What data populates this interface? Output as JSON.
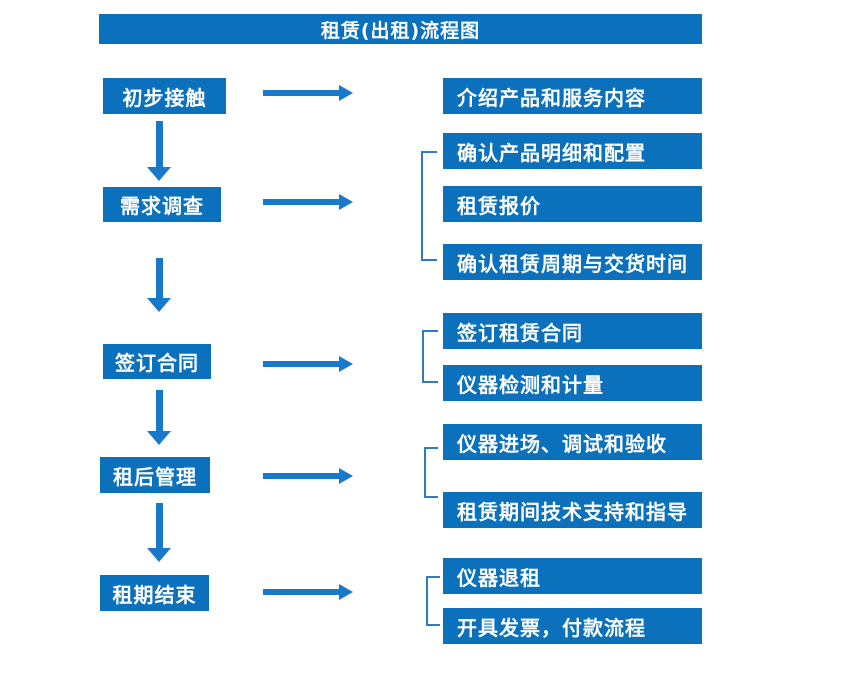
{
  "title": "租赁(出租)流程图",
  "flow": {
    "steps": [
      {
        "label": "初步接触",
        "outputs": [
          "介绍产品和服务内容"
        ]
      },
      {
        "label": "需求调查",
        "outputs": [
          "确认产品明细和配置",
          "租赁报价",
          "确认租赁周期与交货时间"
        ]
      },
      {
        "label": "签订合同",
        "outputs": [
          "签订租赁合同",
          "仪器检测和计量"
        ]
      },
      {
        "label": "租后管理",
        "outputs": [
          "仪器进场、调试和验收",
          "租赁期间技术支持和指导"
        ]
      },
      {
        "label": "租期结束",
        "outputs": [
          "仪器退租",
          "开具发票，付款流程"
        ]
      }
    ]
  },
  "colors": {
    "box_fill": "#0b71bd",
    "banner_fill": "#0b71bd",
    "arrow": "#1878ca",
    "bracket": "#2e7bc4",
    "text_color": "#ffffff"
  }
}
